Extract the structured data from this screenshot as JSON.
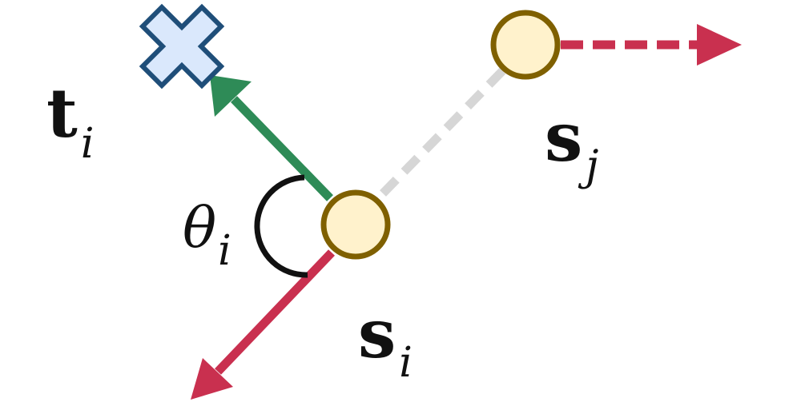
{
  "labels": {
    "target": {
      "main": "t",
      "sub": "i"
    },
    "self": {
      "main": "s",
      "sub": "i"
    },
    "other": {
      "main": "s",
      "sub": "j"
    },
    "angle": {
      "main": "θ",
      "sub": "i"
    }
  },
  "colors": {
    "agent_fill": "#FFF2CC",
    "agent_stroke": "#7F6000",
    "target_fill": "#DAE8FC",
    "target_stroke": "#1F4E79",
    "heading_arrow": "#2E8B57",
    "velocity_arrow": "#C9304F",
    "link_line": "#D6D6D6",
    "angle_arc": "#111111"
  },
  "icons": {
    "target_marker": "cross-icon",
    "agent_marker": "circle-icon"
  }
}
